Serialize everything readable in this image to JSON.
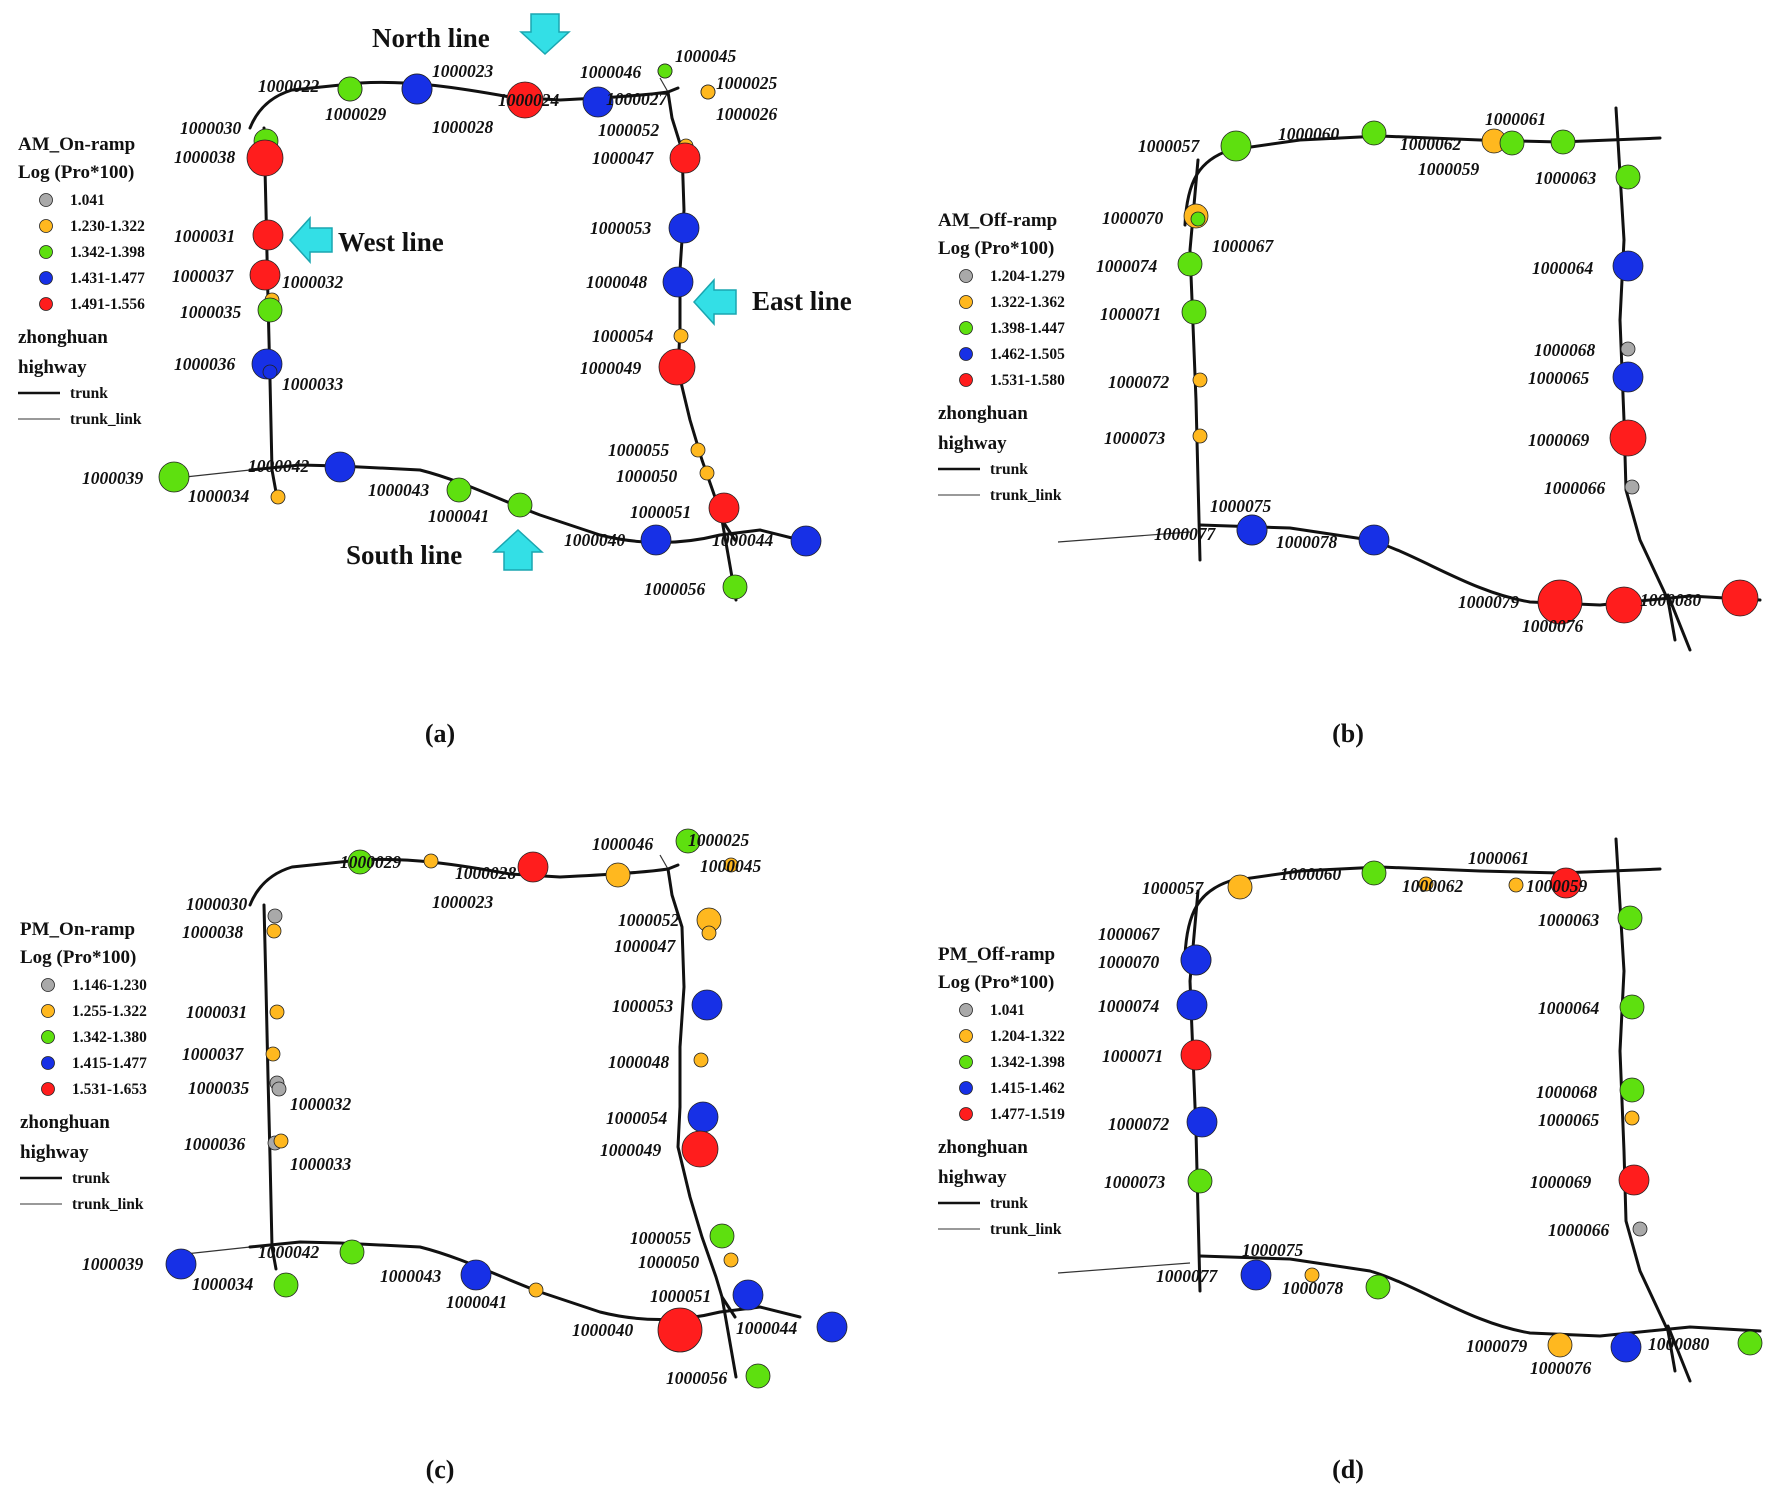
{
  "colors": {
    "gray": "#a9a9a9",
    "orange": "#ffb81f",
    "green": "#5ee00f",
    "blue": "#1730e6",
    "red": "#ff1d1d",
    "arrow": "#33dfe6"
  },
  "panels": [
    {
      "id": "a",
      "caption": "(a)",
      "legend": {
        "title": "AM_On-ramp",
        "subtitle": "Log  (Pro*100)",
        "classes": [
          {
            "label": "1.041",
            "color": "gray"
          },
          {
            "label": "1.230-1.322",
            "color": "orange"
          },
          {
            "label": "1.342-1.398",
            "color": "green"
          },
          {
            "label": "1.431-1.477",
            "color": "blue"
          },
          {
            "label": "1.491-1.556",
            "color": "red"
          }
        ],
        "road_title_1": "zhonghuan",
        "road_title_2": "highway",
        "trunk": "trunk",
        "trunk_link": "trunk_link"
      },
      "annotations": [
        "North line",
        "West line",
        "East line",
        "South line"
      ],
      "nodes": [
        {
          "id": "1000022",
          "color": "green",
          "size": "s"
        },
        {
          "id": "1000029",
          "color": "green",
          "size": "s"
        },
        {
          "id": "1000023",
          "color": "blue",
          "size": "m"
        },
        {
          "id": "1000028",
          "color": "blue",
          "size": "m"
        },
        {
          "id": "1000024",
          "color": "red",
          "size": "l"
        },
        {
          "id": "1000046",
          "color": "gray",
          "size": "xs"
        },
        {
          "id": "1000045",
          "color": "green",
          "size": "xs"
        },
        {
          "id": "1000027",
          "color": "blue",
          "size": "m"
        },
        {
          "id": "1000025",
          "color": "orange",
          "size": "xs"
        },
        {
          "id": "1000026",
          "color": "orange",
          "size": "xs"
        },
        {
          "id": "1000052",
          "color": "orange",
          "size": "xs"
        },
        {
          "id": "1000047",
          "color": "red",
          "size": "m"
        },
        {
          "id": "1000030",
          "color": "green",
          "size": "s"
        },
        {
          "id": "1000038",
          "color": "red",
          "size": "l"
        },
        {
          "id": "1000031",
          "color": "red",
          "size": "m"
        },
        {
          "id": "1000037",
          "color": "red",
          "size": "m"
        },
        {
          "id": "1000032",
          "color": "orange",
          "size": "xs"
        },
        {
          "id": "1000035",
          "color": "green",
          "size": "s"
        },
        {
          "id": "1000036",
          "color": "blue",
          "size": "m"
        },
        {
          "id": "1000033",
          "color": "blue",
          "size": "xs"
        },
        {
          "id": "1000053",
          "color": "blue",
          "size": "m"
        },
        {
          "id": "1000048",
          "color": "blue",
          "size": "m"
        },
        {
          "id": "1000054",
          "color": "orange",
          "size": "xs"
        },
        {
          "id": "1000049",
          "color": "red",
          "size": "l"
        },
        {
          "id": "1000055",
          "color": "orange",
          "size": "xs"
        },
        {
          "id": "1000050",
          "color": "orange",
          "size": "xs"
        },
        {
          "id": "1000051",
          "color": "red",
          "size": "m"
        },
        {
          "id": "1000039",
          "color": "green",
          "size": "m"
        },
        {
          "id": "1000042",
          "color": "blue",
          "size": "m"
        },
        {
          "id": "1000034",
          "color": "orange",
          "size": "xs"
        },
        {
          "id": "1000043",
          "color": "green",
          "size": "s"
        },
        {
          "id": "1000041",
          "color": "green",
          "size": "s"
        },
        {
          "id": "1000040",
          "color": "blue",
          "size": "m"
        },
        {
          "id": "1000044",
          "color": "blue",
          "size": "m"
        },
        {
          "id": "1000056",
          "color": "green",
          "size": "s"
        }
      ]
    },
    {
      "id": "b",
      "caption": "(b)",
      "legend": {
        "title": "AM_Off-ramp",
        "subtitle": "Log  (Pro*100)",
        "classes": [
          {
            "label": "1.204-1.279",
            "color": "gray"
          },
          {
            "label": "1.322-1.362",
            "color": "orange"
          },
          {
            "label": "1.398-1.447",
            "color": "green"
          },
          {
            "label": "1.462-1.505",
            "color": "blue"
          },
          {
            "label": "1.531-1.580",
            "color": "red"
          }
        ],
        "road_title_1": "zhonghuan",
        "road_title_2": "highway",
        "trunk": "trunk",
        "trunk_link": "trunk_link"
      },
      "annotations": [],
      "nodes": [
        {
          "id": "1000057",
          "color": "green",
          "size": "m"
        },
        {
          "id": "1000060",
          "color": "green",
          "size": "s"
        },
        {
          "id": "1000061",
          "color": "green",
          "size": "s"
        },
        {
          "id": "1000062",
          "color": "orange",
          "size": "s"
        },
        {
          "id": "1000059",
          "color": "green",
          "size": "s"
        },
        {
          "id": "1000063",
          "color": "green",
          "size": "s"
        },
        {
          "id": "1000070",
          "color": "orange",
          "size": "s"
        },
        {
          "id": "1000067",
          "color": "green",
          "size": "xs"
        },
        {
          "id": "1000074",
          "color": "green",
          "size": "s"
        },
        {
          "id": "1000071",
          "color": "green",
          "size": "s"
        },
        {
          "id": "1000072",
          "color": "orange",
          "size": "xs"
        },
        {
          "id": "1000073",
          "color": "orange",
          "size": "xs"
        },
        {
          "id": "1000064",
          "color": "blue",
          "size": "m"
        },
        {
          "id": "1000068",
          "color": "gray",
          "size": "xs"
        },
        {
          "id": "1000065",
          "color": "blue",
          "size": "m"
        },
        {
          "id": "1000069",
          "color": "red",
          "size": "l"
        },
        {
          "id": "1000066",
          "color": "gray",
          "size": "xs"
        },
        {
          "id": "1000075",
          "color": "blue",
          "size": "m"
        },
        {
          "id": "1000077",
          "color": "blue",
          "size": "m"
        },
        {
          "id": "1000078",
          "color": "blue",
          "size": "m"
        },
        {
          "id": "1000079",
          "color": "red",
          "size": "xl"
        },
        {
          "id": "1000076",
          "color": "red",
          "size": "l"
        },
        {
          "id": "1000080",
          "color": "red",
          "size": "l"
        }
      ]
    },
    {
      "id": "c",
      "caption": "(c)",
      "legend": {
        "title": "PM_On-ramp",
        "subtitle": "Log  (Pro*100)",
        "classes": [
          {
            "label": "1.146-1.230",
            "color": "gray"
          },
          {
            "label": "1.255-1.322",
            "color": "orange"
          },
          {
            "label": "1.342-1.380",
            "color": "green"
          },
          {
            "label": "1.415-1.477",
            "color": "blue"
          },
          {
            "label": "1.531-1.653",
            "color": "red"
          }
        ],
        "road_title_1": "zhonghuan",
        "road_title_2": "highway",
        "trunk": "trunk",
        "trunk_link": "trunk_link"
      },
      "annotations": [],
      "nodes": [
        {
          "id": "1000029",
          "color": "green",
          "size": "s"
        },
        {
          "id": "1000023",
          "color": "orange",
          "size": "xs"
        },
        {
          "id": "1000028",
          "color": "red",
          "size": "m"
        },
        {
          "id": "1000046",
          "color": "orange",
          "size": "s"
        },
        {
          "id": "1000025",
          "color": "green",
          "size": "s"
        },
        {
          "id": "1000045",
          "color": "orange",
          "size": "xs"
        },
        {
          "id": "1000030",
          "color": "gray",
          "size": "xs"
        },
        {
          "id": "1000038",
          "color": "orange",
          "size": "xs"
        },
        {
          "id": "1000052",
          "color": "orange",
          "size": "s"
        },
        {
          "id": "1000047",
          "color": "orange",
          "size": "xs"
        },
        {
          "id": "1000031",
          "color": "orange",
          "size": "xs"
        },
        {
          "id": "1000053",
          "color": "blue",
          "size": "m"
        },
        {
          "id": "1000037",
          "color": "orange",
          "size": "xs"
        },
        {
          "id": "1000048",
          "color": "orange",
          "size": "xs"
        },
        {
          "id": "1000035",
          "color": "gray",
          "size": "xs"
        },
        {
          "id": "1000032",
          "color": "gray",
          "size": "xs"
        },
        {
          "id": "1000054",
          "color": "blue",
          "size": "m"
        },
        {
          "id": "1000036",
          "color": "gray",
          "size": "xs"
        },
        {
          "id": "1000033",
          "color": "orange",
          "size": "xs"
        },
        {
          "id": "1000049",
          "color": "red",
          "size": "l"
        },
        {
          "id": "1000055",
          "color": "green",
          "size": "s"
        },
        {
          "id": "1000050",
          "color": "orange",
          "size": "xs"
        },
        {
          "id": "1000039",
          "color": "blue",
          "size": "m"
        },
        {
          "id": "1000042",
          "color": "green",
          "size": "s"
        },
        {
          "id": "1000034",
          "color": "green",
          "size": "s"
        },
        {
          "id": "1000043",
          "color": "blue",
          "size": "m"
        },
        {
          "id": "1000041",
          "color": "orange",
          "size": "xs"
        },
        {
          "id": "1000051",
          "color": "blue",
          "size": "m"
        },
        {
          "id": "1000040",
          "color": "red",
          "size": "xl"
        },
        {
          "id": "1000044",
          "color": "blue",
          "size": "m"
        },
        {
          "id": "1000056",
          "color": "green",
          "size": "s"
        }
      ]
    },
    {
      "id": "d",
      "caption": "(d)",
      "legend": {
        "title": "PM_Off-ramp",
        "subtitle": "Log  (Pro*100)",
        "classes": [
          {
            "label": "1.041",
            "color": "gray"
          },
          {
            "label": "1.204-1.322",
            "color": "orange"
          },
          {
            "label": "1.342-1.398",
            "color": "green"
          },
          {
            "label": "1.415-1.462",
            "color": "blue"
          },
          {
            "label": "1.477-1.519",
            "color": "red"
          }
        ],
        "road_title_1": "zhonghuan",
        "road_title_2": "highway",
        "trunk": "trunk",
        "trunk_link": "trunk_link"
      },
      "annotations": [],
      "nodes": [
        {
          "id": "1000057",
          "color": "orange",
          "size": "s"
        },
        {
          "id": "1000060",
          "color": "green",
          "size": "s"
        },
        {
          "id": "1000061",
          "color": "orange",
          "size": "xs"
        },
        {
          "id": "1000062",
          "color": "orange",
          "size": "xs"
        },
        {
          "id": "1000059",
          "color": "red",
          "size": "m"
        },
        {
          "id": "1000063",
          "color": "green",
          "size": "s"
        },
        {
          "id": "1000067",
          "color": "red",
          "size": "m"
        },
        {
          "id": "1000070",
          "color": "blue",
          "size": "m"
        },
        {
          "id": "1000074",
          "color": "blue",
          "size": "m"
        },
        {
          "id": "1000071",
          "color": "red",
          "size": "m"
        },
        {
          "id": "1000072",
          "color": "blue",
          "size": "m"
        },
        {
          "id": "1000073",
          "color": "green",
          "size": "s"
        },
        {
          "id": "1000064",
          "color": "green",
          "size": "s"
        },
        {
          "id": "1000068",
          "color": "green",
          "size": "s"
        },
        {
          "id": "1000065",
          "color": "orange",
          "size": "xs"
        },
        {
          "id": "1000069",
          "color": "red",
          "size": "m"
        },
        {
          "id": "1000066",
          "color": "gray",
          "size": "xs"
        },
        {
          "id": "1000075",
          "color": "blue",
          "size": "m"
        },
        {
          "id": "1000077",
          "color": "orange",
          "size": "xs"
        },
        {
          "id": "1000078",
          "color": "green",
          "size": "s"
        },
        {
          "id": "1000079",
          "color": "orange",
          "size": "s"
        },
        {
          "id": "1000076",
          "color": "blue",
          "size": "m"
        },
        {
          "id": "1000080",
          "color": "green",
          "size": "s"
        }
      ]
    }
  ]
}
